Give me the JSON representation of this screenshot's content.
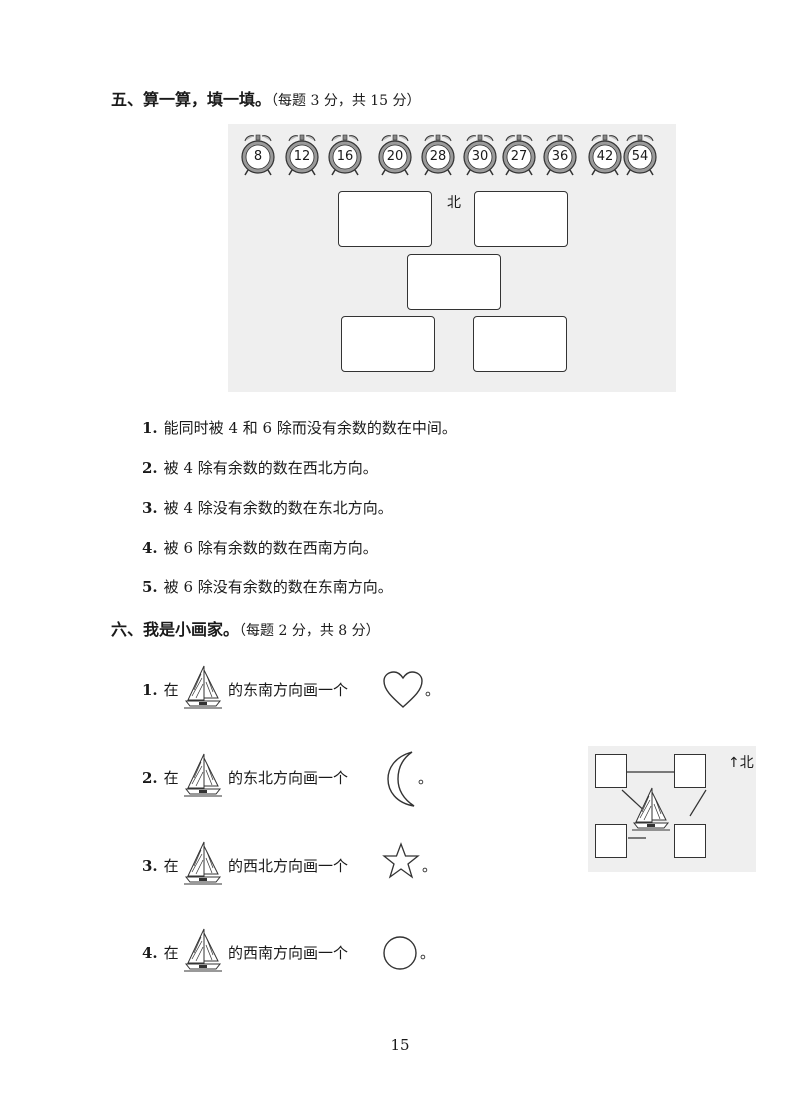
{
  "section5": {
    "title": "五、算一算，填一填。",
    "score": "（每题 3 分，共 15 分）",
    "clocks": [
      "8",
      "12",
      "16",
      "20",
      "28",
      "30",
      "27",
      "36",
      "42",
      "54"
    ],
    "north": "北",
    "questions": [
      {
        "num": "1.",
        "text": "能同时被 4 和 6 除而没有余数的数在中间。"
      },
      {
        "num": "2.",
        "text": "被 4 除有余数的数在西北方向。"
      },
      {
        "num": "3.",
        "text": "被 4 除没有余数的数在东北方向。"
      },
      {
        "num": "4.",
        "text": "被 6 除有余数的数在西南方向。"
      },
      {
        "num": "5.",
        "text": "被 6 除没有余数的数在东南方向。"
      }
    ]
  },
  "section6": {
    "title": "六、我是小画家。",
    "score": "（每题 2 分，共 8 分）",
    "questions": [
      {
        "num": "1.",
        "pre": "在",
        "mid": "的东南方向画一个",
        "end": "。",
        "shape": "heart-icon"
      },
      {
        "num": "2.",
        "pre": "在",
        "mid": "的东北方向画一个",
        "end": "。",
        "shape": "crescent-moon-icon"
      },
      {
        "num": "3.",
        "pre": "在",
        "mid": "的西北方向画一个",
        "end": "。",
        "shape": "star-icon"
      },
      {
        "num": "4.",
        "pre": "在",
        "mid": "的西南方向画一个",
        "end": "。",
        "shape": "circle-icon"
      }
    ],
    "diagram_north": "↑北"
  },
  "page_number": "15"
}
